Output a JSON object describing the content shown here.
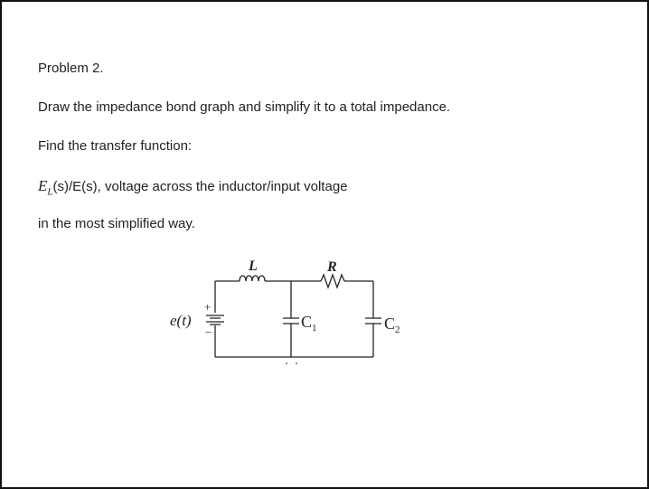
{
  "problem": {
    "title": "Problem 2.",
    "instruction": "Draw the impedance bond graph and simplify it to a total impedance.",
    "prompt": "Find the transfer function:",
    "tf_symbol": "E",
    "tf_sub": "L",
    "tf_rest": "(s)/E(s),  voltage across the inductor/input voltage",
    "closing": "in the most simplified way."
  },
  "circuit": {
    "source_label": "e(t)",
    "plus": "+",
    "minus": "−",
    "inductor_label": "L",
    "resistor_label": "R",
    "c1_main": "C",
    "c1_sub": "1",
    "c2_main": "C",
    "c2_sub": "2"
  }
}
